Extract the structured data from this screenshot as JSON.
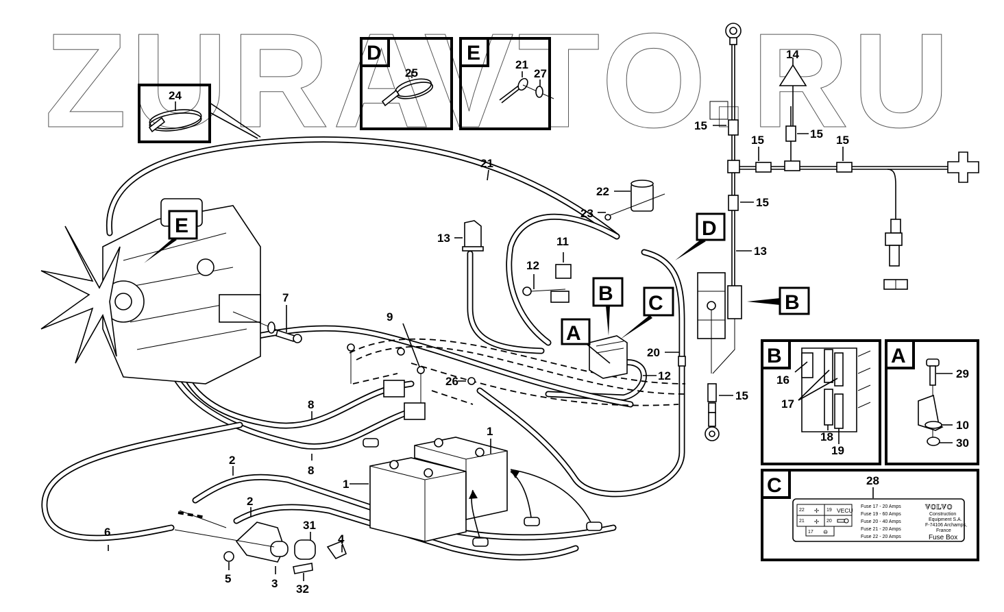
{
  "watermark": "ZURAVTO.RU",
  "detail_views": {
    "A": {
      "letter": "A",
      "parts": [
        "29",
        "10",
        "30"
      ]
    },
    "B": {
      "letter": "B",
      "parts": [
        "16",
        "17",
        "18",
        "19"
      ]
    },
    "C": {
      "letter": "C",
      "part": "28"
    },
    "D": {
      "letter": "D",
      "part": "25"
    },
    "E": {
      "letter": "E",
      "parts": [
        "21",
        "27"
      ]
    }
  },
  "main_callouts": {
    "A": "A",
    "B": "B",
    "C": "C",
    "D": "D",
    "E": "E",
    "B2": "B",
    "D2": "D"
  },
  "part_numbers": {
    "p1a": "1",
    "p1b": "1",
    "p2a": "2",
    "p2b": "2",
    "p3": "3",
    "p4": "4",
    "p5": "5",
    "p6": "6",
    "p7": "7",
    "p8a": "8",
    "p8b": "8",
    "p9": "9",
    "p10": "10",
    "p11": "11",
    "p12a": "12",
    "p12b": "12",
    "p13a": "13",
    "p13b": "13",
    "p14": "14",
    "p15a": "15",
    "p15b": "15",
    "p15c": "15",
    "p15d": "15",
    "p15e": "15",
    "p15f": "15",
    "p16": "16",
    "p17": "17",
    "p18": "18",
    "p19": "19",
    "p20": "20",
    "p21a": "21",
    "p21b": "21",
    "p22": "22",
    "p23": "23",
    "p24": "24",
    "p25": "25",
    "p26": "26",
    "p27": "27",
    "p28": "28",
    "p29": "29",
    "p30": "30",
    "p31": "31",
    "p32": "32"
  },
  "fuse_label": {
    "cells": [
      {
        "num": "22",
        "icon": "fan-icon"
      },
      {
        "num": "19",
        "text": "VECU"
      },
      {
        "num": "21",
        "icon": "fan-icon"
      },
      {
        "num": "20",
        "icon": "key-icon"
      },
      {
        "num": "17",
        "icon": "lock-icon"
      }
    ],
    "fuses": [
      "Fuse 17 - 20 Amps",
      "Fuse 19 - 60 Amps",
      "Fuse 20 - 40 Amps",
      "Fuse 21 - 20 Amps",
      "Fuse 22 - 20 Amps"
    ],
    "brand": "VOLVO",
    "company": [
      "Construction",
      "Equipment S.A.",
      "F-74106 Archamps,",
      "France"
    ],
    "title": "Fuse Box"
  }
}
